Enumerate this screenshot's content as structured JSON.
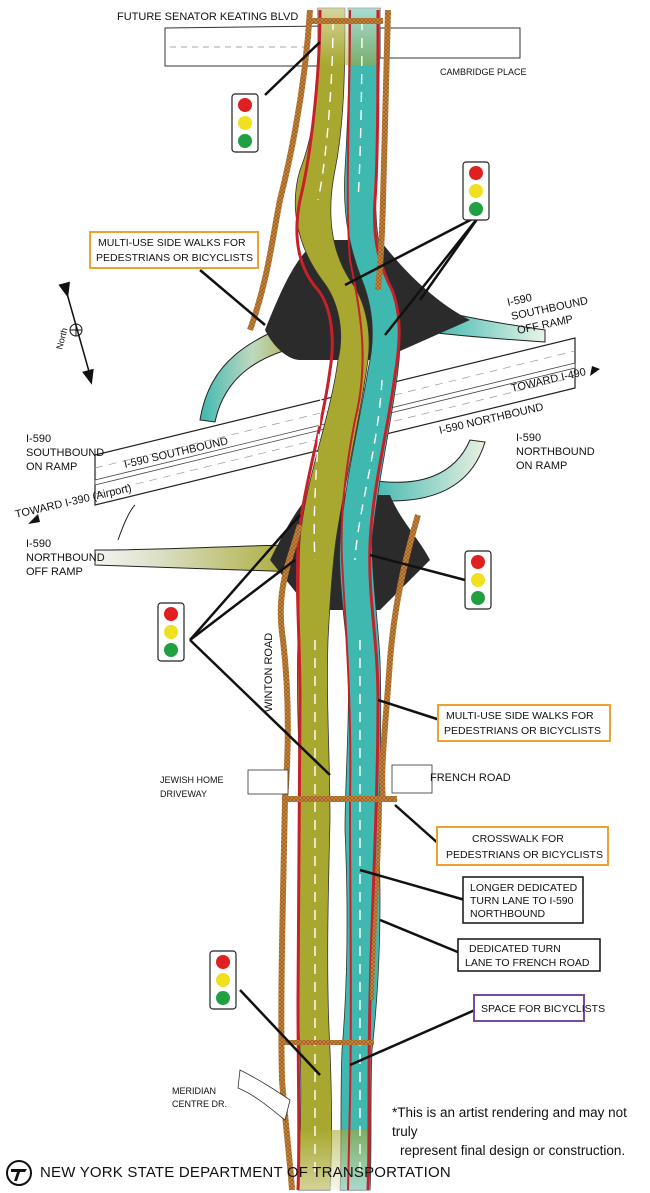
{
  "labels": {
    "future_senator_keating": "FUTURE SENATOR KEATING BLVD",
    "cambridge_place": "CAMBRIDGE PLACE",
    "sb_off_ramp_1": "I-590",
    "sb_off_ramp_2": "SOUTHBOUND",
    "sb_off_ramp_3": "OFF RAMP",
    "toward_i490": "TOWARD I-490",
    "i590_southbound": "I-590 SOUTHBOUND",
    "i590_northbound": "I-590 NORTHBOUND",
    "sb_on_ramp_1": "I-590",
    "sb_on_ramp_2": "SOUTHBOUND",
    "sb_on_ramp_3": "ON RAMP",
    "nb_on_ramp_1": "I-590",
    "nb_on_ramp_2": "NORTHBOUND",
    "nb_on_ramp_3": "ON RAMP",
    "toward_i390": "TOWARD I-390 (Airport)",
    "nb_off_ramp_1": "I-590",
    "nb_off_ramp_2": "NORTHBOUND",
    "nb_off_ramp_3": "OFF RAMP",
    "winton_road": "WINTON ROAD",
    "jewish_home_1": "JEWISH HOME",
    "jewish_home_2": "DRIVEWAY",
    "french_road": "FRENCH ROAD",
    "meridian_1": "MERIDIAN",
    "meridian_2": "CENTRE DR.",
    "north": "North"
  },
  "callouts": {
    "sidewalk_top_1": "MULTI-USE SIDE WALKS FOR",
    "sidewalk_top_2": "PEDESTRIANS OR BICYCLISTS",
    "sidewalk_right_1": "MULTI-USE SIDE WALKS FOR",
    "sidewalk_right_2": "PEDESTRIANS OR BICYCLISTS",
    "crosswalk_1": "CROSSWALK  FOR",
    "crosswalk_2": "PEDESTRIANS OR BICYCLISTS",
    "longer_turn_1": "LONGER DEDICATED",
    "longer_turn_2": "TURN LANE TO I-590",
    "longer_turn_3": "NORTHBOUND",
    "french_turn_1": "DEDICATED TURN",
    "french_turn_2": "LANE TO FRENCH ROAD",
    "bicyclists": "SPACE FOR BICYCLISTS"
  },
  "note": {
    "line1": "*This is an artist rendering and may not truly",
    "line2": "represent final design or construction."
  },
  "footer": {
    "agency": "NEW YORK STATE DEPARTMENT OF TRANSPORTATION"
  },
  "colors": {
    "olive_lanes": "#a8a830",
    "teal_lanes": "#3fb8b0",
    "bike_lane": "#c8202a",
    "sidewalk": "#c8843a",
    "pavement_dark": "#2b2b2b",
    "callout_orange": "#f0a030",
    "callout_purple": "#7a4aa0",
    "signal_red": "#e02020",
    "signal_yellow": "#f0e020",
    "signal_green": "#20a040"
  }
}
